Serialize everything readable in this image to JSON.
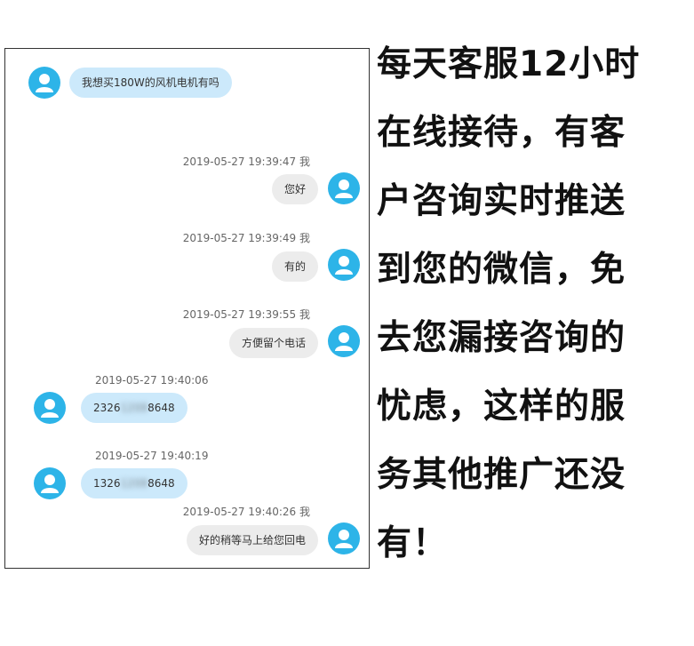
{
  "chat": {
    "messages": [
      {
        "direction": "in",
        "text": "我想买180W的风机电机有吗",
        "timestamp": ""
      },
      {
        "direction": "out",
        "timestamp": "2019-05-27 19:39:47 我",
        "text": "您好"
      },
      {
        "direction": "out",
        "timestamp": "2019-05-27 19:39:49 我",
        "text": "有的"
      },
      {
        "direction": "out",
        "timestamp": "2019-05-27 19:39:55 我",
        "text": "方便留个电话"
      },
      {
        "direction": "in",
        "timestamp": "2019-05-27 19:40:06",
        "text_visible": "2326",
        "text_masked": "1208",
        "text_tail": "8648"
      },
      {
        "direction": "in",
        "timestamp": "2019-05-27 19:40:19",
        "text_visible": "1326",
        "text_masked": "1208",
        "text_tail": "8648"
      },
      {
        "direction": "out",
        "timestamp": "2019-05-27 19:40:26 我",
        "text": "好的稍等马上给您回电"
      }
    ]
  },
  "side_text": {
    "lines": [
      "每天客服12小时",
      "在线接待，有客",
      "户咨询实时推送",
      "到您的微信，免",
      "去您漏接咨询的",
      "忧虑，这样的服",
      "务其他推广还没",
      "有！"
    ]
  },
  "colors": {
    "avatar": "#2db4e8",
    "incoming_bubble": "#cce9fb",
    "outgoing_bubble": "#ececec"
  },
  "icons": {
    "avatar": "user-avatar-icon"
  }
}
